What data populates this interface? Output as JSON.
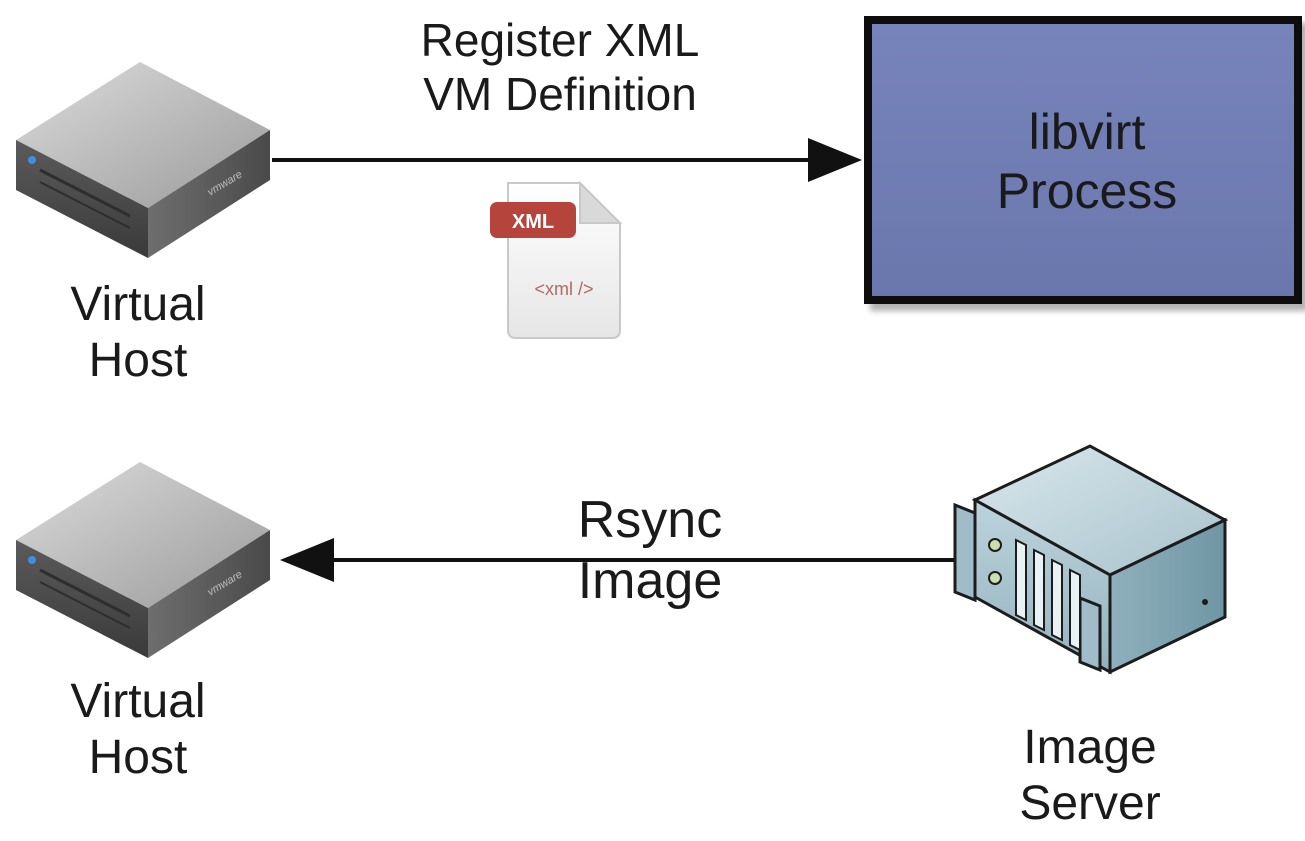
{
  "top_arrow": {
    "label_lines": [
      "Register XML",
      "VM Definition"
    ]
  },
  "xml_file": {
    "badge": "XML",
    "content": "<xml />"
  },
  "libvirt_box": {
    "label_lines": [
      "libvirt",
      "Process"
    ],
    "fill": "#6f7db3",
    "border": "#111111"
  },
  "host_top": {
    "label_lines": [
      "Virtual",
      "Host"
    ],
    "brand": "vmware"
  },
  "host_bottom": {
    "label_lines": [
      "Virtual",
      "Host"
    ],
    "brand": "vmware"
  },
  "bottom_arrow": {
    "label_lines": [
      "Rsync",
      "Image"
    ]
  },
  "image_server": {
    "label_lines": [
      "Image",
      "Server"
    ],
    "color": "#a9c4cf"
  }
}
